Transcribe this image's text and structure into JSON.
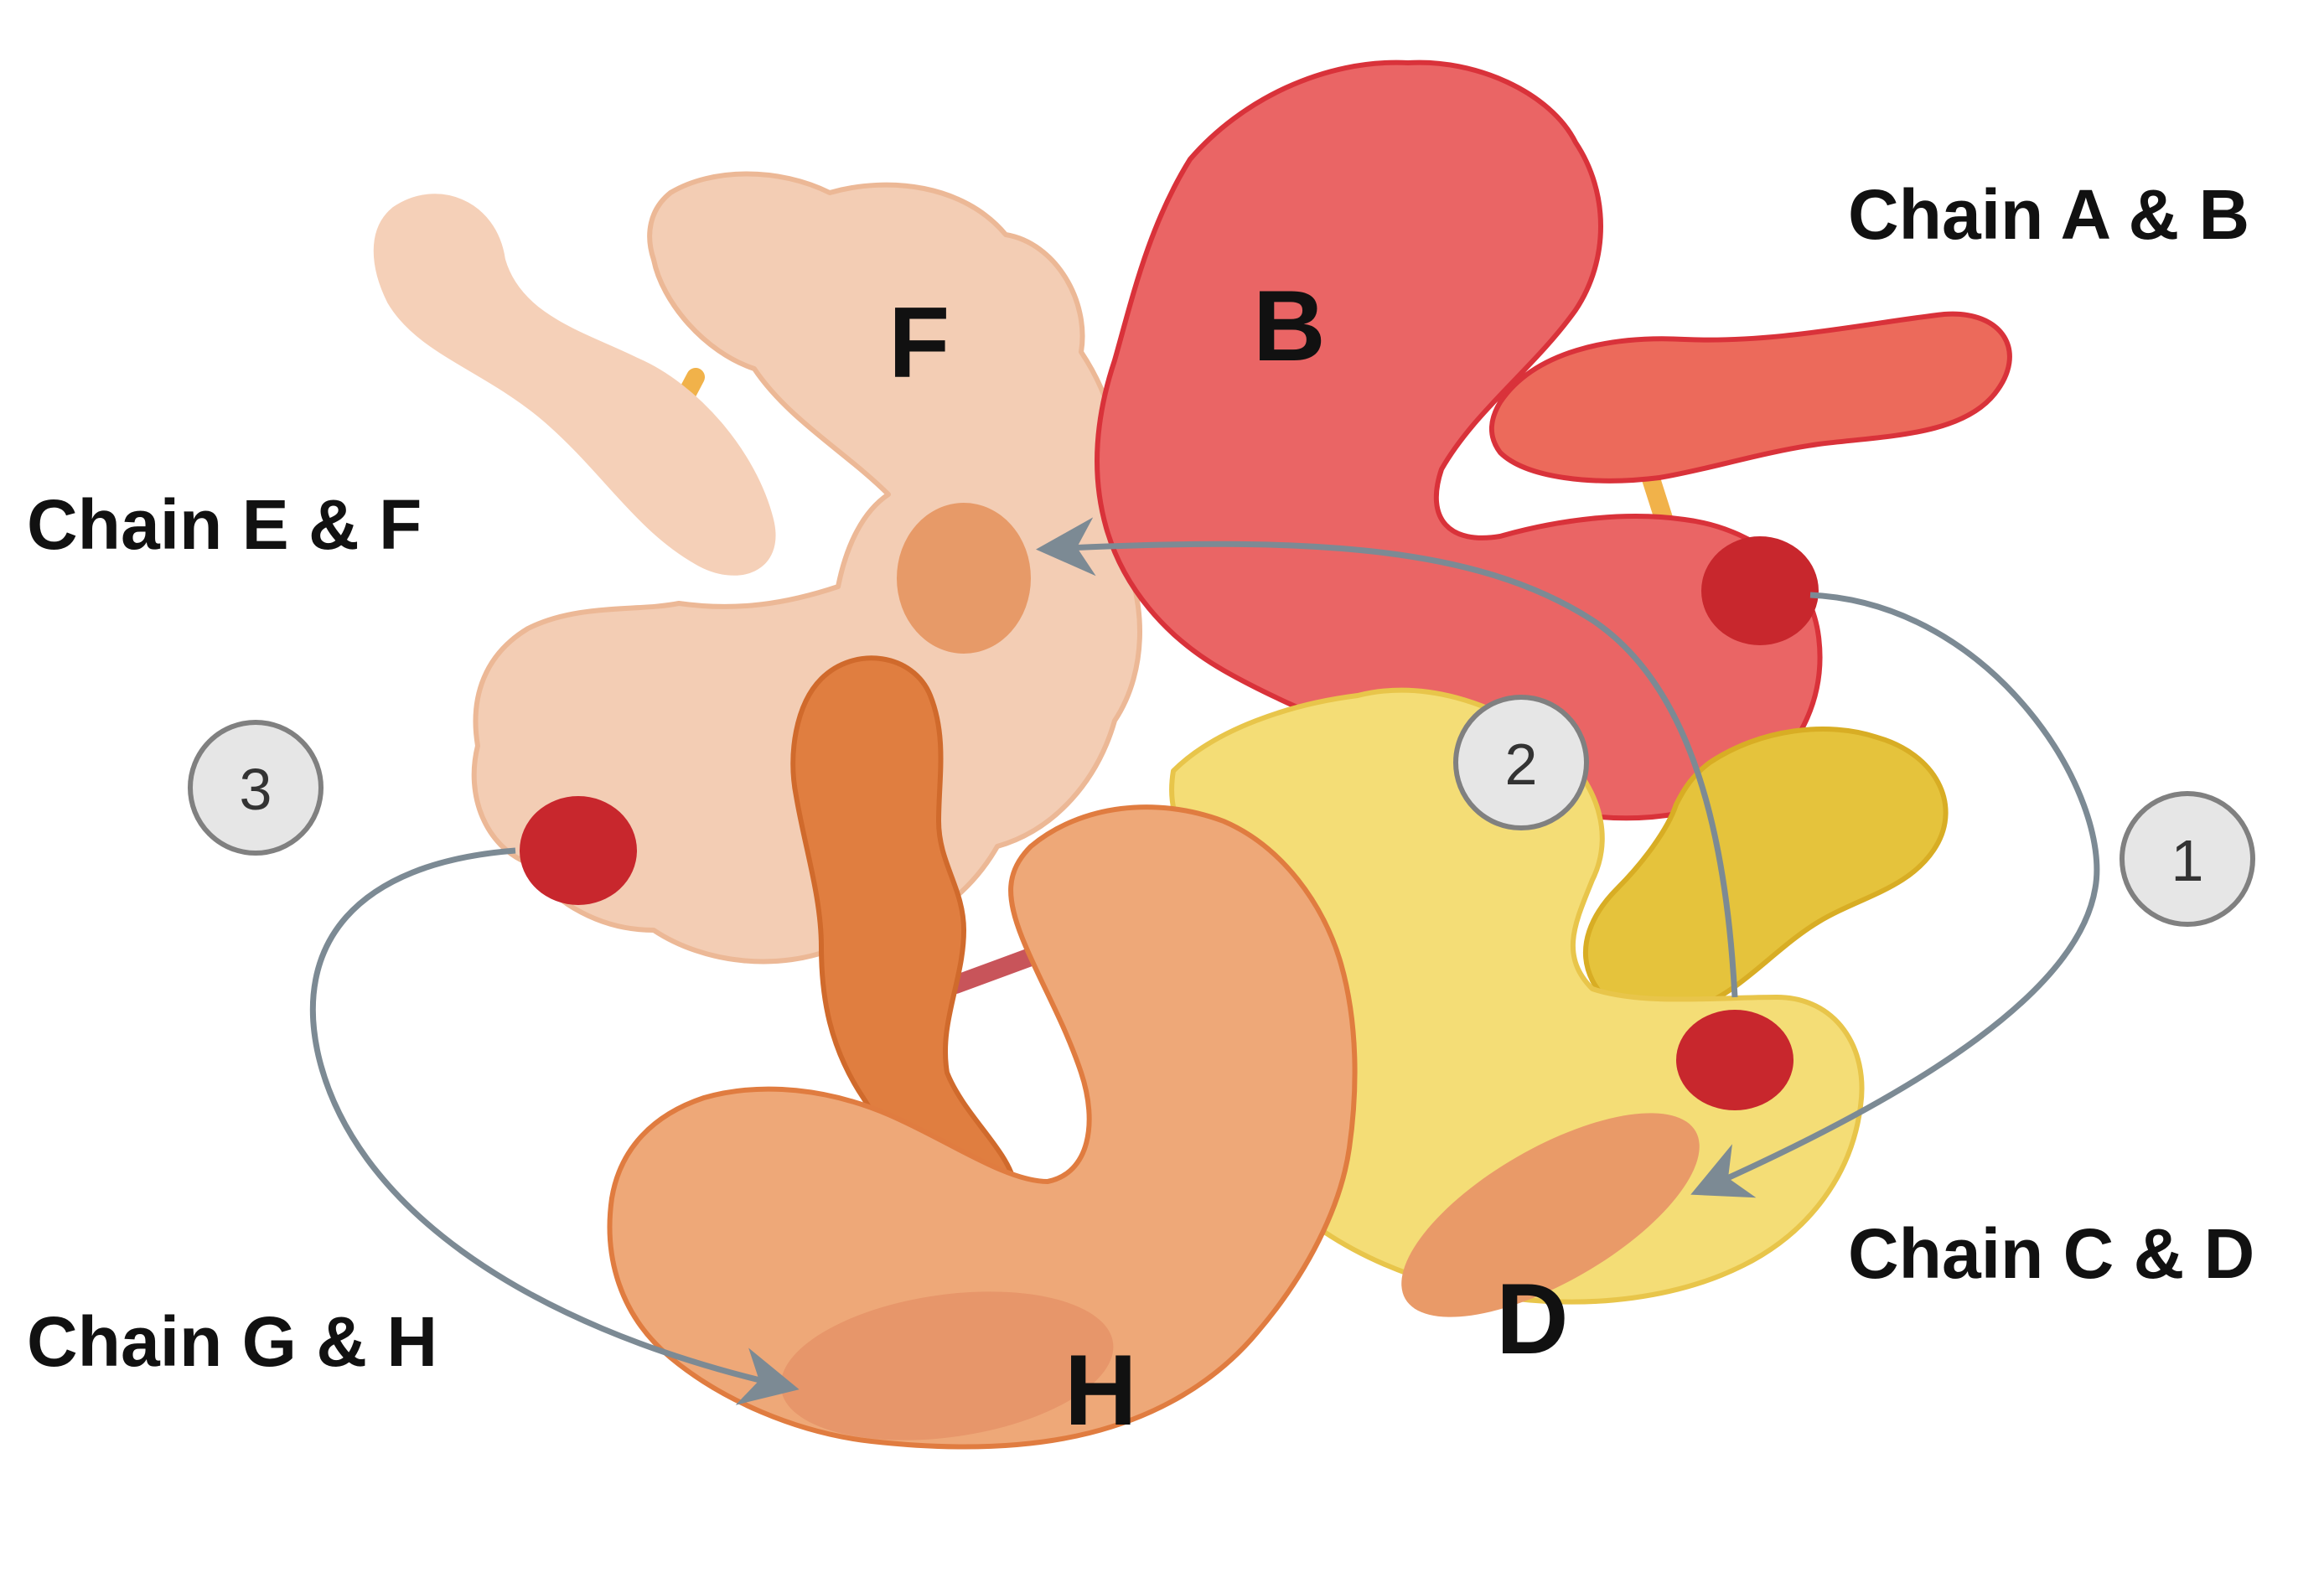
{
  "labels": {
    "chain_ab": "Chain A & B",
    "chain_ef": "Chain E & F",
    "chain_cd": "Chain C & D",
    "chain_gh": "Chain G & H"
  },
  "subunits": {
    "b": "B",
    "f": "F",
    "d": "D",
    "h": "H"
  },
  "steps": [
    "1",
    "2",
    "3"
  ],
  "colors": {
    "chain_ab": "#ea6565",
    "chain_ab_outline": "#d9323a",
    "chain_ef": "#f3cdb4",
    "chain_ef_outline": "#ecb896",
    "chain_cd": "#f4dd76",
    "chain_cd_outline": "#e8c54a",
    "chain_gh": "#eea878",
    "chain_gh_outline": "#e07c40",
    "active_site": "#c8272d",
    "arrow": "#7c8a94"
  }
}
